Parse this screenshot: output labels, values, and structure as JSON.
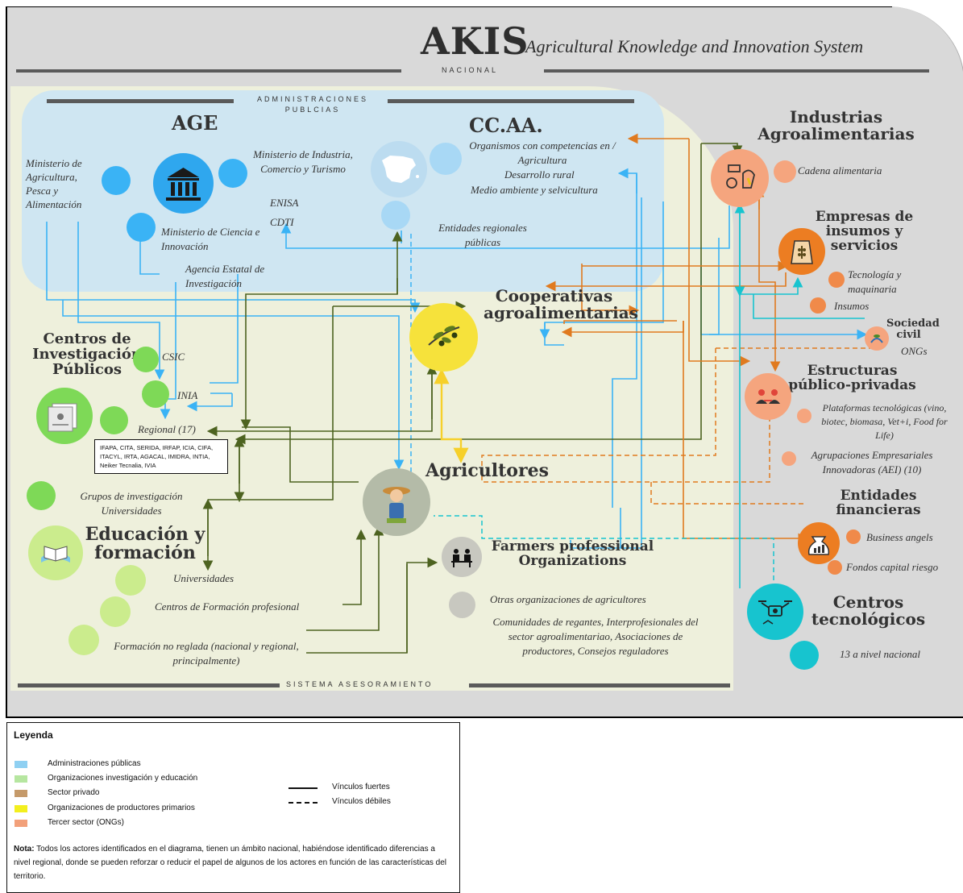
{
  "header": {
    "title": "AKIS",
    "subtitle": "Agricultural Knowledge and Innovation System",
    "scope": "NACIONAL"
  },
  "sections": {
    "admin": "ADMINISTRACIONES PUBLCIAS",
    "advisory": "SISTEMA ASESORAMIENTO"
  },
  "age": {
    "title": "AGE",
    "min_agri": "Ministerio de Agricultura, Pesca y Alimentación",
    "min_ind": "Ministerio de Industria, Comercio y Turismo",
    "enisa": "ENISA",
    "cdti": "CDTI",
    "min_ciencia": "Ministerio de Ciencia e Innovación",
    "agencia": "Agencia Estatal de Investigación"
  },
  "ccaa": {
    "title": "CC.AA.",
    "organismos": "Organismos con competencias en / Agricultura",
    "desarrollo": "Desarrollo rural",
    "medio": "Medio ambiente y selvicultura",
    "entidades": "Entidades regionales públicas"
  },
  "research": {
    "title": "Centros de Investigación Públicos",
    "csic": "CSIC",
    "inia": "INIA",
    "regional": "Regional (17)",
    "regional_list": "IFAPA, CITA, SERIDA, IRFAP, ICIA, CIFA, ITACYL, IRTA, AGACAL, IMIDRA, INTIA, Neiker Tecnalia, IVIA",
    "grupos": "Grupos de investigación Universidades"
  },
  "education": {
    "title": "Educación y formación",
    "universidades": "Universidades",
    "fp": "Centros de Formación profesional",
    "no_reglada": "Formación no reglada (nacional y regional, principalmente)"
  },
  "coops": {
    "title": "Cooperativas agroalimentarias"
  },
  "farmers": {
    "title": "Agricultores"
  },
  "fpo": {
    "title": "Farmers professional Organizations",
    "otras": "Otras organizaciones de agricultores",
    "comunidades": "Comunidades de regantes, Interprofesionales del sector agroalimentariao, Asociaciones de productores, Consejos reguladores"
  },
  "industrias": {
    "title": "Industrias Agroalimentarias",
    "cadena": "Cadena alimentaria"
  },
  "empresas": {
    "title": "Empresas de insumos y servicios",
    "tecnologia": "Tecnología y maquinaria",
    "insumos": "Insumos"
  },
  "sociedad": {
    "title": "Sociedad civil",
    "ongs": "ONGs"
  },
  "estructuras": {
    "title": "Estructuras público-privadas",
    "plataformas": "Plataformas tecnológicas (vino, biotec, biomasa, Vet+i, Food for Life)",
    "agrupaciones": "Agrupaciones Empresariales Innovadoras (AEI) (10)"
  },
  "financieras": {
    "title": "Entidades financieras",
    "angels": "Business angels",
    "fondos": "Fondos capital riesgo"
  },
  "centros_tec": {
    "title": "Centros tecnológicos",
    "nivel": "13 a nivel nacional"
  },
  "legend": {
    "title": "Leyenda",
    "items": [
      {
        "label": "Administraciones públicas",
        "color": "#8fd0f2"
      },
      {
        "label": "Organizaciones investigación y educación",
        "color": "#b6e6a0"
      },
      {
        "label": "Sector privado",
        "color": "#c59a6a"
      },
      {
        "label": "Organizaciones de productores primarios",
        "color": "#f3ef1e"
      },
      {
        "label": "Tercer  sector (ONGs)",
        "color": "#f2a07a"
      }
    ],
    "strong": "Vínculos fuertes",
    "weak": "Vínculos débiles",
    "note_label": "Nota:",
    "note": " Todos los actores identificados en el diagrama, tienen un ámbito nacional, habiéndose identificado diferencias a nivel regional, donde se pueden reforzar o reducir el papel de algunos de los actores en función de las características del territorio."
  },
  "colors": {
    "gray_bg": "#d9d9d9",
    "green_bg": "#eef0dc",
    "blue_bg": "#cfe6f2",
    "admin_blue": "#3ab3f5",
    "research_green": "#7ed957",
    "education_green": "#cbec8d",
    "coop_yellow": "#f6e23b",
    "orange": "#e07a1f",
    "salmon": "#f5a57e",
    "teal": "#17c4cf",
    "dark_green": "#5b6e2a",
    "gray_circle": "#c8c8c0"
  }
}
